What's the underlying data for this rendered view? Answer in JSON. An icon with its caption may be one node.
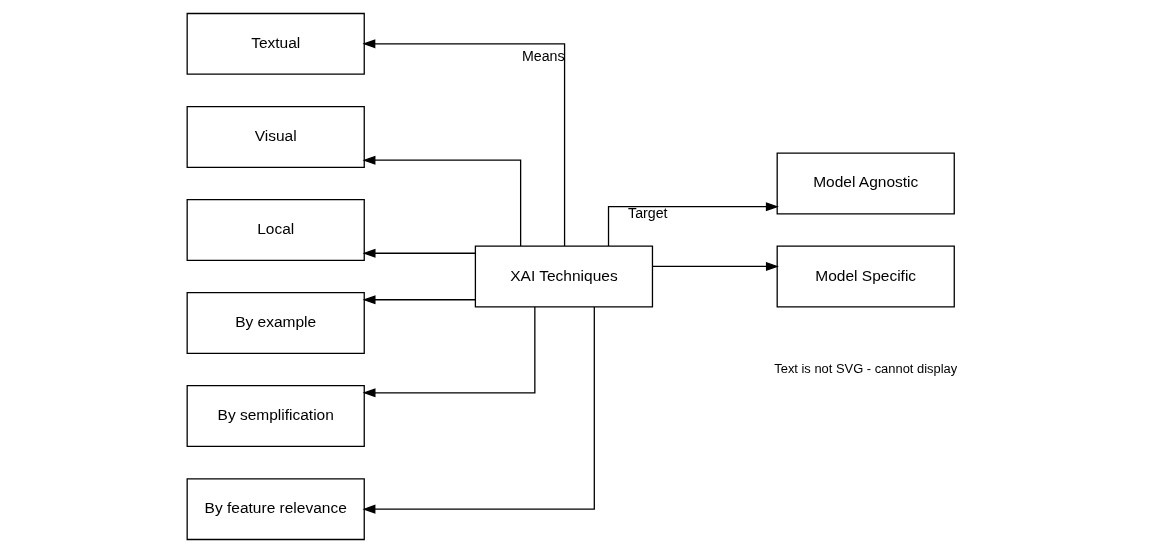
{
  "diagram": {
    "nodes": [
      {
        "text": [
          "Textual"
        ]
      },
      {
        "text": [
          "Visual"
        ]
      },
      {
        "text": [
          "Local"
        ]
      },
      {
        "text": [
          "By example"
        ]
      },
      {
        "text": [
          "By semplification"
        ]
      },
      {
        "text": [
          "By feature relevance"
        ]
      },
      {
        "text": [
          "XAI Techniques"
        ]
      },
      {
        "text": [
          "Model Agnostic"
        ]
      },
      {
        "text": [
          "Model Specific"
        ]
      }
    ],
    "edges": [
      {
        "from": 6,
        "to": 0,
        "arrow": "to",
        "label": "Means"
      },
      {
        "from": 6,
        "to": 1,
        "arrow": "to"
      },
      {
        "from": 6,
        "to": 2,
        "arrow": "to"
      },
      {
        "from": 6,
        "to": 3,
        "arrow": "to"
      },
      {
        "from": 6,
        "to": 4,
        "arrow": "to"
      },
      {
        "from": 6,
        "to": 5,
        "arrow": "to"
      },
      {
        "from": 6,
        "to": 7,
        "arrow": "to",
        "label": "Target"
      },
      {
        "from": 6,
        "to": 8,
        "arrow": "to"
      }
    ],
    "labels": [
      "Text is not SVG - cannot display"
    ]
  }
}
